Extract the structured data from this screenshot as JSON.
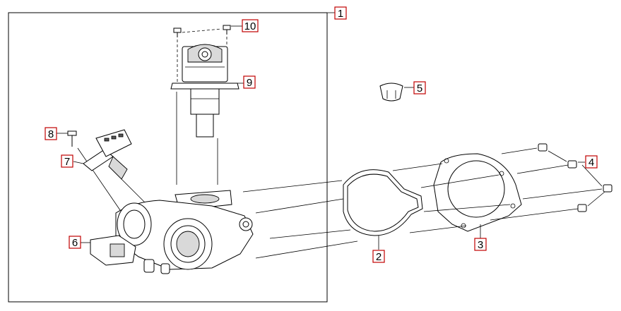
{
  "callouts": [
    {
      "id": "1",
      "label": "1"
    },
    {
      "id": "2",
      "label": "2"
    },
    {
      "id": "3",
      "label": "3"
    },
    {
      "id": "4",
      "label": "4"
    },
    {
      "id": "5",
      "label": "5"
    },
    {
      "id": "6",
      "label": "6"
    },
    {
      "id": "7",
      "label": "7"
    },
    {
      "id": "8",
      "label": "8"
    },
    {
      "id": "9",
      "label": "9"
    },
    {
      "id": "10",
      "label": "10"
    }
  ],
  "colors": {
    "callout_border": "#c00000",
    "line": "#000000",
    "background": "#ffffff"
  }
}
